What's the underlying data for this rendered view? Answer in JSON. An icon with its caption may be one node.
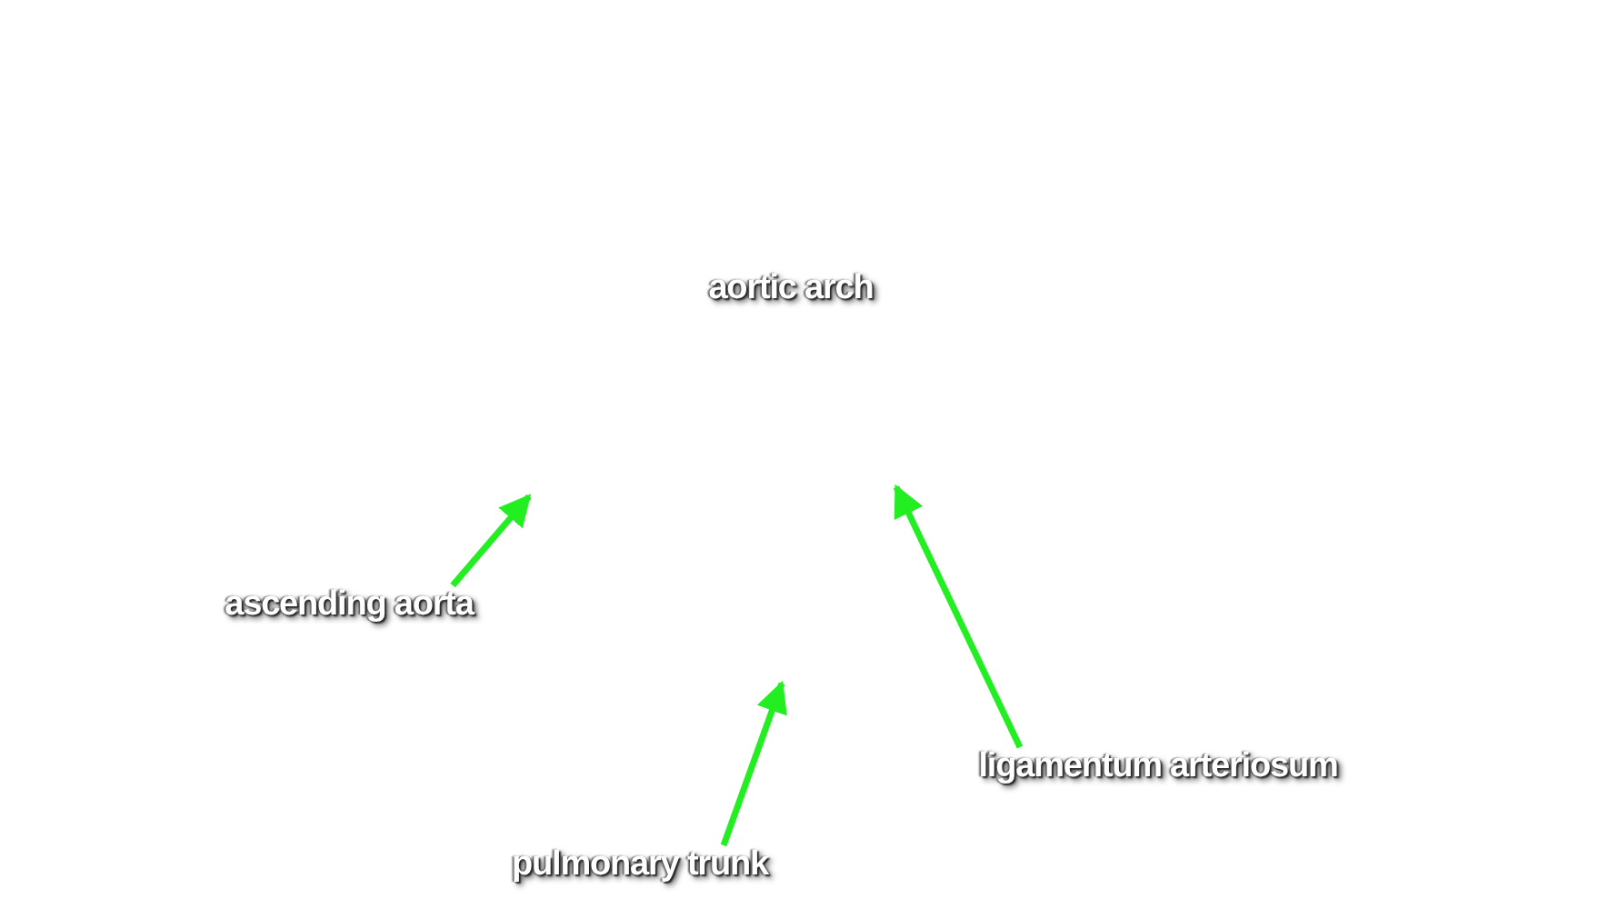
{
  "diagram": {
    "nodes": [
      {
        "text": [
          "ascending aorta"
        ]
      },
      {
        "text": [
          "pulmonary trunk"
        ]
      },
      {
        "text": [
          "ligamentum arteriosum"
        ]
      }
    ],
    "edges": [
      {
        "from": 0,
        "to": null,
        "arrow": "to"
      },
      {
        "from": 1,
        "to": null,
        "arrow": "to"
      },
      {
        "from": 2,
        "to": null,
        "arrow": "to"
      }
    ],
    "labels": [
      "aortic arch"
    ]
  }
}
